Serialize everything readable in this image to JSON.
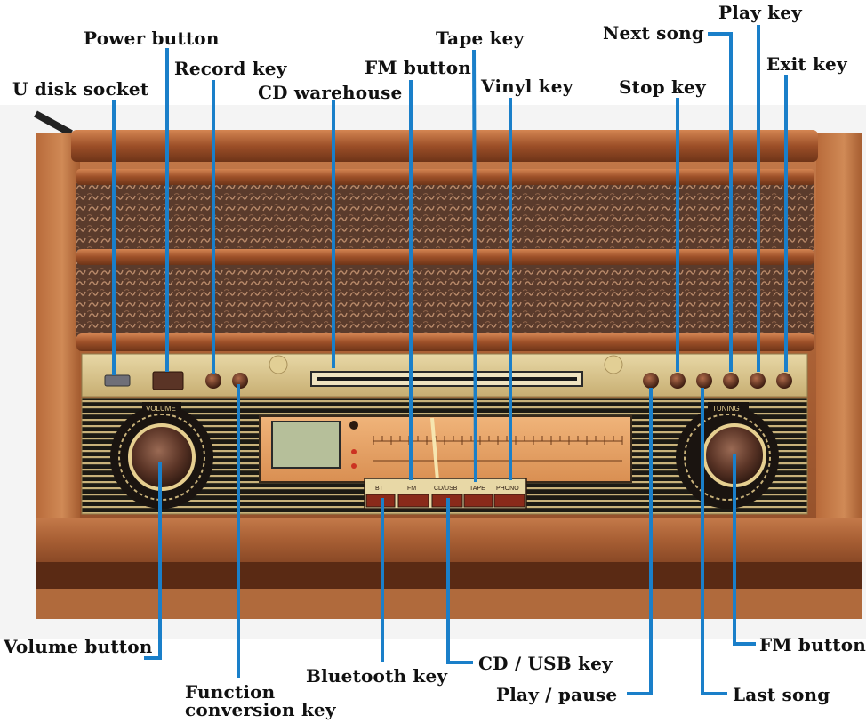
{
  "callouts": {
    "u_disk_socket": "U disk socket",
    "power_button": "Power button",
    "record_key": "Record key",
    "cd_warehouse": "CD warehouse",
    "fm_button_top": "FM button",
    "tape_key": "Tape key",
    "vinyl_key": "Vinyl key",
    "next_song": "Next song",
    "stop_key": "Stop key",
    "play_key": "Play key",
    "exit_key": "Exit key",
    "volume_button": "Volume button",
    "function_conversion_key_line1": "Function",
    "function_conversion_key_line2": "conversion key",
    "bluetooth_key": "Bluetooth key",
    "cd_usb_key": "CD / USB key",
    "play_pause": "Play / pause",
    "fm_button_bottom": "FM button",
    "last_song": "Last song"
  },
  "panel": {
    "volume_label": "VOLUME",
    "tuning_label": "TUNING",
    "bands": [
      "BT",
      "FM",
      "CD/USB",
      "TAPE",
      "PHONO"
    ]
  },
  "colors": {
    "leader_line": "#1a7fc9",
    "label_text": "#111111",
    "wood": "#a85f34",
    "gold_panel": "#e8d8a6"
  }
}
